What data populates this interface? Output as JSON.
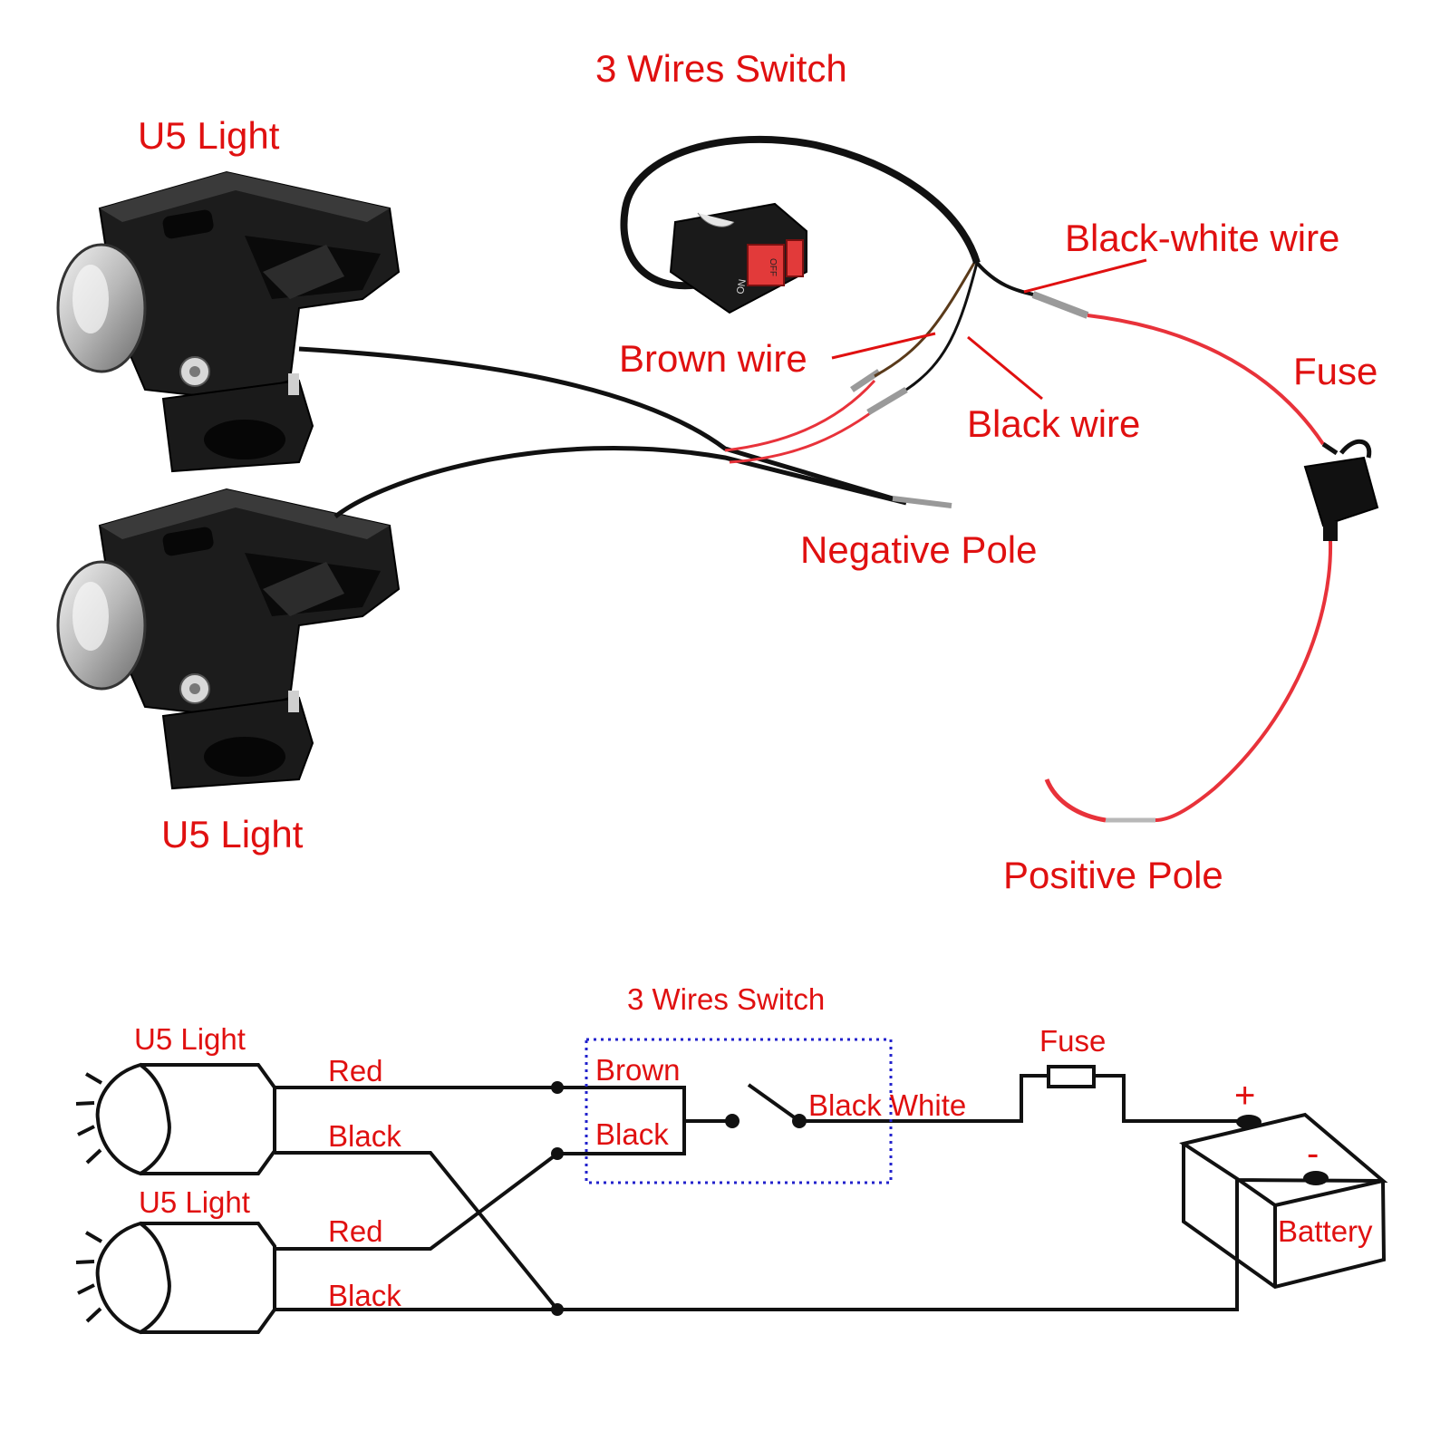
{
  "photo_section": {
    "switch_title": "3 Wires Switch",
    "light_top": "U5 Light",
    "light_bottom": "U5 Light",
    "black_white_wire": "Black-white wire",
    "brown_wire": "Brown wire",
    "black_wire": "Black wire",
    "fuse": "Fuse",
    "negative_pole": "Negative Pole",
    "positive_pole": "Positive Pole",
    "switch_on": "ON",
    "switch_off": "OFF"
  },
  "schematic": {
    "switch_title": "3 Wires Switch",
    "light_1": "U5 Light",
    "light_2": "U5 Light",
    "red_1": "Red",
    "black_1": "Black",
    "red_2": "Red",
    "black_2": "Black",
    "brown": "Brown",
    "black_in": "Black",
    "black_white": "Black White",
    "fuse": "Fuse",
    "plus": "+",
    "minus": "-",
    "battery": "Battery"
  },
  "colors": {
    "label": "#e01010",
    "wire_red": "#e8323a",
    "wire_black": "#111111",
    "switch_outline": "#2222cc"
  }
}
